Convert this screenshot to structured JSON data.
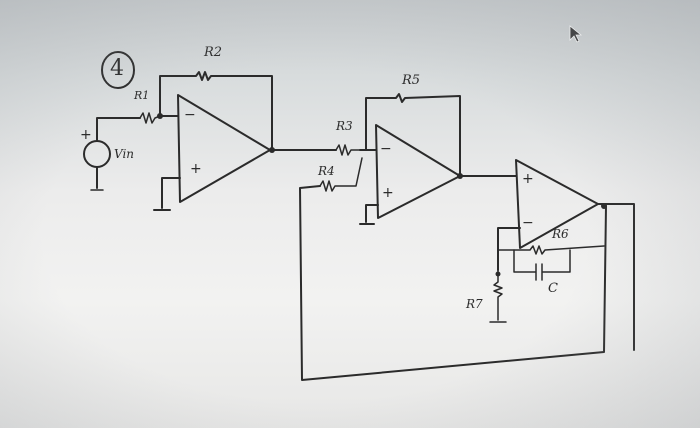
{
  "problem_number": "4",
  "labels": {
    "r1": "R1",
    "r2": "R2",
    "r3": "R3",
    "r4": "R4",
    "r5": "R5",
    "r6": "R6",
    "r7": "R7",
    "c": "C",
    "vin": "Vin",
    "plus": "+",
    "minus": "−"
  },
  "colors": {
    "ink": "#2b2b2b",
    "paper": "#ececec"
  }
}
